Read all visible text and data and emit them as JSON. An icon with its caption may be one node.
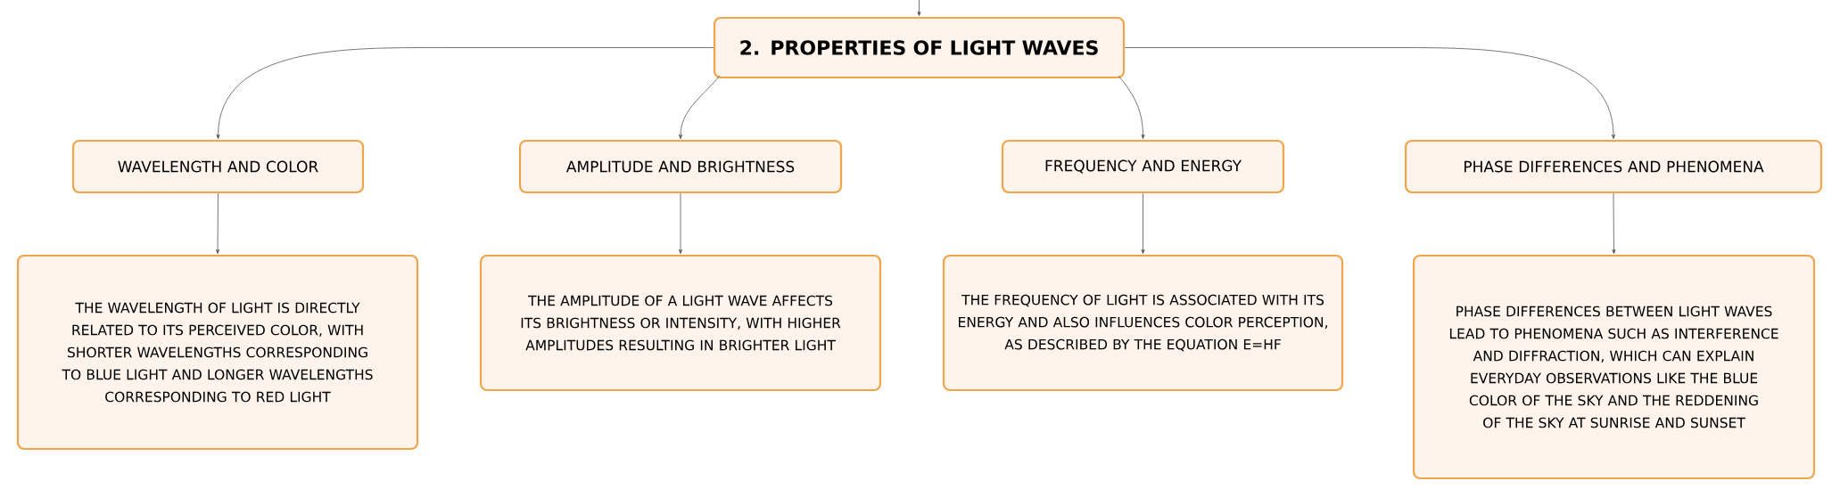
{
  "diagram": {
    "nodes": [
      {
        "text": [
          "2. PROPERTIES OF LIGHT WAVES"
        ]
      },
      {
        "text": [
          "WAVELENGTH AND COLOR"
        ]
      },
      {
        "text": [
          "AMPLITUDE AND BRIGHTNESS"
        ]
      },
      {
        "text": [
          "FREQUENCY AND ENERGY"
        ]
      },
      {
        "text": [
          "PHASE DIFFERENCES AND PHENOMENA"
        ]
      },
      {
        "text": [
          "THE WAVELENGTH OF LIGHT IS DIRECTLY RELATED TO ITS PERCEIVED COLOR, WITH SHORTER WAVELENGTHS CORRESPONDING TO BLUE LIGHT AND LONGER WAVELENGTHS CORRESPONDING TO RED LIGHT"
        ]
      },
      {
        "text": [
          "THE AMPLITUDE OF A LIGHT WAVE AFFECTS ITS BRIGHTNESS OR INTENSITY, WITH HIGHER AMPLITUDES RESULTING IN BRIGHTER LIGHT"
        ]
      },
      {
        "text": [
          "THE FREQUENCY OF LIGHT IS ASSOCIATED WITH ITS ENERGY AND ALSO INFLUENCES COLOR PERCEPTION, AS DESCRIBED BY THE EQUATION E=HF"
        ]
      },
      {
        "text": [
          "PHASE DIFFERENCES BETWEEN LIGHT WAVES LEAD TO PHENOMENA SUCH AS INTERFERENCE AND DIFFRACTION, WHICH CAN EXPLAIN EVERYDAY OBSERVATIONS LIKE THE BLUE COLOR OF THE SKY AND THE REDDENING OF THE SKY AT SUNRISE AND SUNSET"
        ]
      }
    ],
    "edges": [
      {
        "from": null,
        "to": 0,
        "arrow": "to"
      },
      {
        "from": 0,
        "to": 1,
        "arrow": "to"
      },
      {
        "from": 0,
        "to": 2,
        "arrow": "to"
      },
      {
        "from": 0,
        "to": 3,
        "arrow": "to"
      },
      {
        "from": 0,
        "to": 4,
        "arrow": "to"
      },
      {
        "from": 1,
        "to": 5,
        "arrow": "to"
      },
      {
        "from": 2,
        "to": 6,
        "arrow": "to"
      },
      {
        "from": 3,
        "to": 7,
        "arrow": "to"
      },
      {
        "from": 4,
        "to": 8,
        "arrow": "to"
      }
    ]
  }
}
